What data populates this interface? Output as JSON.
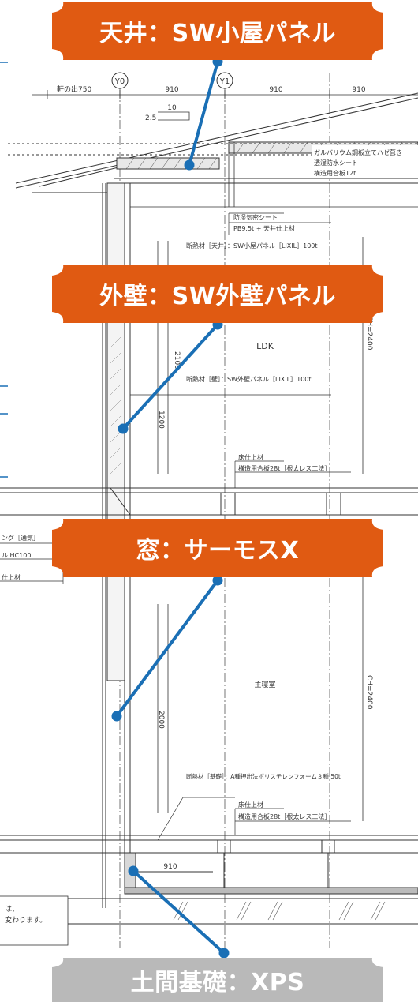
{
  "colors": {
    "callout_orange": "#e05a12",
    "callout_grey": "#b9b9b9",
    "leader_blue": "#1a6fb5",
    "line": "#333333"
  },
  "callouts": {
    "ceiling": "天井：SW小屋パネル",
    "wall": "外壁：SW外壁パネル",
    "window": "窓：サーモスX",
    "foundation": "土間基礎：XPS"
  },
  "drawing": {
    "eave": "軒の出750",
    "grid_y0": "Y0",
    "grid_y1": "Y1",
    "dim_910": "910",
    "dim_10": "10",
    "dim_2_5": "2.5",
    "roof_note_1": "ガルバリウム鋼板立てハゼ葺き",
    "roof_note_2": "透湿防水シート",
    "roof_note_3": "構造用合板12t",
    "ceiling_note_1": "防湿気密シート",
    "ceiling_note_2": "PB9.5t + 天井仕上材",
    "ceiling_insulation": "断熱材［天井］：SW小屋パネル［LIXIL］100t",
    "room_upper": "LDK",
    "ch_upper": "CH=2400",
    "dim_2100": "2100",
    "dim_1200": "1200",
    "wall_insulation": "断熱材［壁］：SW外壁パネル［LIXIL］100t",
    "floor_note_1": "床仕上材",
    "floor_note_2": "構造用合板28t［根太レス工法］",
    "left_note_1": "ング［通気］",
    "left_note_2": "ル HC100",
    "left_note_3": "仕上材",
    "room_lower": "主寝室",
    "ch_lower": "CH=2400",
    "dim_2000": "2000",
    "floor_insulation": "断熱材［基礎］：A種押出法ポリスチレンフォーム３種 50t",
    "floor_note_3": "床仕上材",
    "floor_note_4": "構造用合板28t［根太レス工法］",
    "dim_910_found": "910",
    "bottom_note_1": "は、",
    "bottom_note_2": "変わります。"
  }
}
